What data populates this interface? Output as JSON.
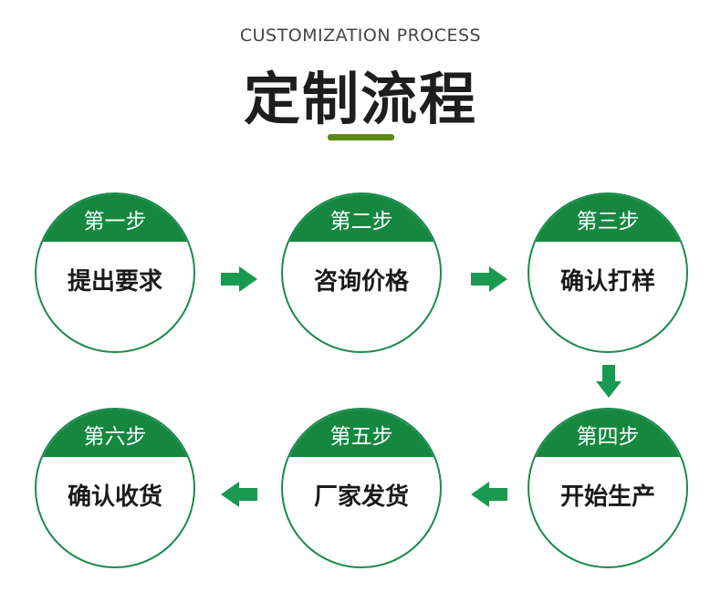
{
  "header": {
    "subtitle": "CUSTOMIZATION PROCESS",
    "title": "定制流程"
  },
  "steps": [
    {
      "step": "第一步",
      "label": "提出要求"
    },
    {
      "step": "第二步",
      "label": "咨询价格"
    },
    {
      "step": "第三步",
      "label": "确认打样"
    },
    {
      "step": "第四步",
      "label": "开始生产"
    },
    {
      "step": "第五步",
      "label": "厂家发货"
    },
    {
      "step": "第六步",
      "label": "确认收货"
    }
  ],
  "colors": {
    "circle_green": "#15873f",
    "arrow_green": "#1a9a50",
    "underline": "#5a8a14"
  }
}
